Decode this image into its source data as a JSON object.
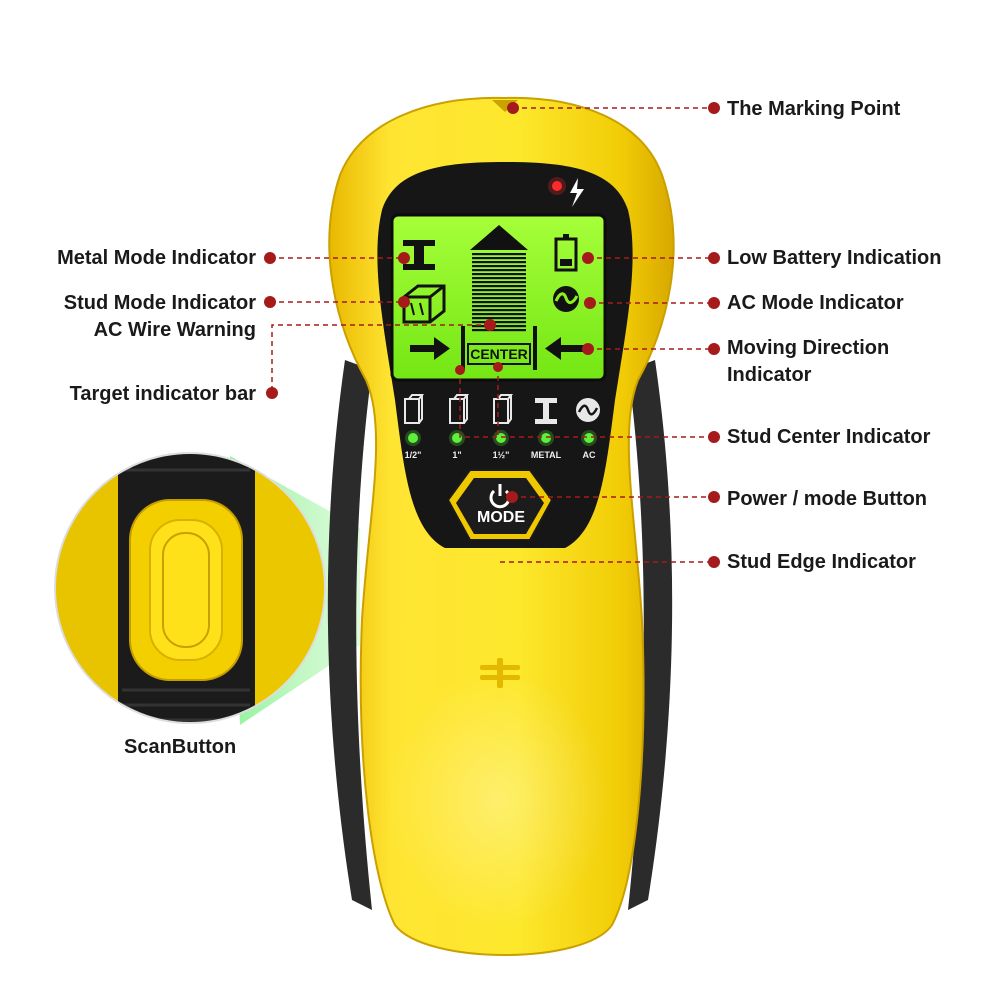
{
  "callouts": {
    "marking_point": "The Marking Point",
    "metal_mode": "Metal Mode Indicator",
    "stud_mode": "Stud Mode Indicator",
    "ac_wire_warning": "AC Wire Warning",
    "target_bar": "Target indicator bar",
    "low_battery": "Low Battery Indication",
    "ac_mode": "AC Mode Indicator",
    "moving_direction_line1": "Moving Direction",
    "moving_direction_line2": "Indicator",
    "stud_center": "Stud Center Indicator",
    "power_mode_button": "Power / mode Button",
    "stud_edge": "Stud Edge Indicator",
    "scan_button": "ScanButton"
  },
  "device": {
    "lcd_center_label": "CENTER",
    "mode_button_label": "MODE",
    "led_labels": [
      "1/2\"",
      "1\"",
      "1½\"",
      "METAL",
      "AC"
    ]
  },
  "colors": {
    "body_yellow": "#f6df1a",
    "lcd_green": "#8cf01e",
    "dot_red": "#a51b1b",
    "led_green": "#5cf03a",
    "faceplate": "#161616"
  }
}
